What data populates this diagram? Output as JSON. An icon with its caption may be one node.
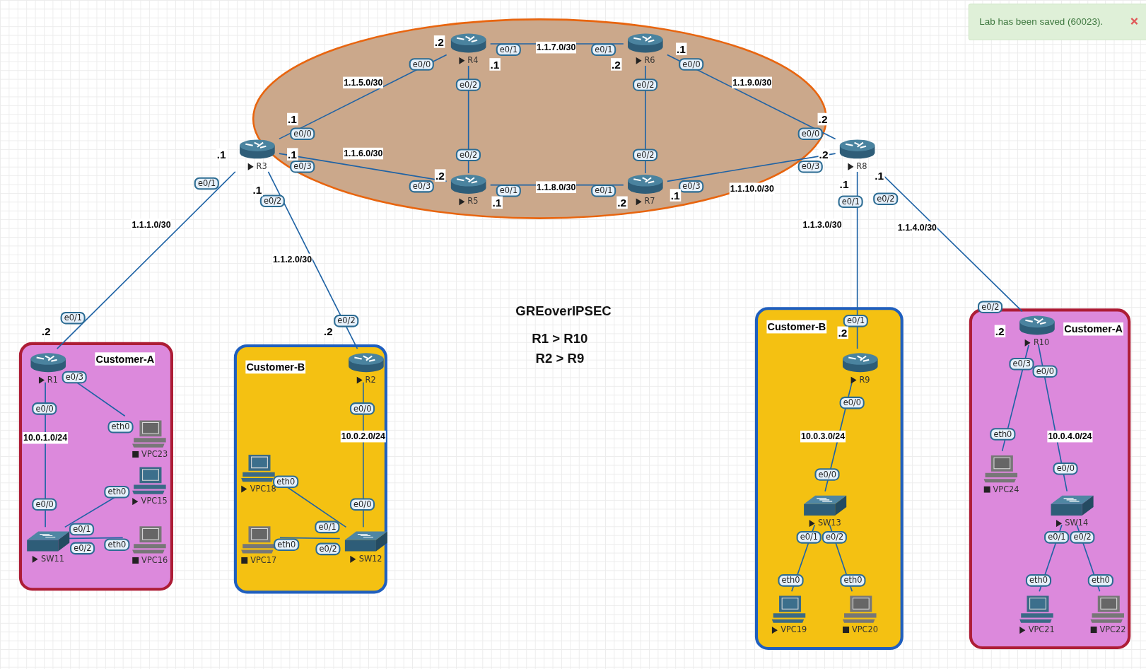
{
  "diagram": {
    "title": "GREoverIPSEC",
    "nodes": [
      {
        "text": [],
        "shape": "ellipse"
      },
      {
        "text": [
          "R4"
        ],
        "in": 0
      },
      {
        "text": [
          "R6"
        ],
        "in": 0
      },
      {
        "text": [
          "R3"
        ]
      },
      {
        "text": [
          "R8"
        ]
      },
      {
        "text": [
          "R5"
        ],
        "in": 0
      },
      {
        "text": [
          "R7"
        ],
        "in": 0
      },
      {
        "text": [
          "Customer-A"
        ]
      },
      {
        "text": [
          "R1"
        ],
        "in": 7
      },
      {
        "text": [
          "SW11"
        ],
        "in": 7
      },
      {
        "text": [
          "VPC23"
        ],
        "in": 7
      },
      {
        "text": [
          "VPC15"
        ],
        "in": 7
      },
      {
        "text": [
          "VPC16"
        ],
        "in": 7
      },
      {
        "text": [
          "Customer-B"
        ]
      },
      {
        "text": [
          "R2"
        ],
        "in": 13
      },
      {
        "text": [
          "SW12"
        ],
        "in": 13
      },
      {
        "text": [
          "VPC18"
        ],
        "in": 13
      },
      {
        "text": [
          "VPC17"
        ],
        "in": 13
      },
      {
        "text": [
          "Customer-B"
        ]
      },
      {
        "text": [
          "R9"
        ],
        "in": 18
      },
      {
        "text": [
          "SW13"
        ],
        "in": 18
      },
      {
        "text": [
          "VPC19"
        ],
        "in": 18
      },
      {
        "text": [
          "VPC20"
        ],
        "in": 18
      },
      {
        "text": [
          "Customer-A"
        ]
      },
      {
        "text": [
          "R10"
        ],
        "in": 23
      },
      {
        "text": [
          "SW14"
        ],
        "in": 23
      },
      {
        "text": [
          "VPC24"
        ],
        "in": 23
      },
      {
        "text": [
          "VPC21"
        ],
        "in": 23
      },
      {
        "text": [
          "VPC22"
        ],
        "in": 23
      }
    ],
    "edges": [
      {
        "from": 3,
        "to": 1,
        "arrow": "none",
        "label": "1.1.5.0/30"
      },
      {
        "from": 3,
        "to": 5,
        "arrow": "none",
        "label": "1.1.6.0/30"
      },
      {
        "from": 1,
        "to": 2,
        "arrow": "none",
        "label": "1.1.7.0/30"
      },
      {
        "from": 5,
        "to": 6,
        "arrow": "none",
        "label": "1.1.8.0/30"
      },
      {
        "from": 1,
        "to": 5,
        "arrow": "none"
      },
      {
        "from": 2,
        "to": 6,
        "arrow": "none"
      },
      {
        "from": 2,
        "to": 4,
        "arrow": "none",
        "label": "1.1.9.0/30"
      },
      {
        "from": 6,
        "to": 4,
        "arrow": "none",
        "label": "1.1.10.0/30"
      },
      {
        "from": 3,
        "to": 8,
        "arrow": "none",
        "label": "1.1.1.0/30"
      },
      {
        "from": 3,
        "to": 14,
        "arrow": "none",
        "label": "1.1.2.0/30"
      },
      {
        "from": 4,
        "to": 19,
        "arrow": "none",
        "label": "1.1.3.0/30"
      },
      {
        "from": 4,
        "to": 24,
        "arrow": "none",
        "label": "1.1.4.0/30"
      },
      {
        "from": 8,
        "to": 9,
        "arrow": "none",
        "label": "10.0.1.0/24"
      },
      {
        "from": 8,
        "to": 10,
        "arrow": "none"
      },
      {
        "from": 9,
        "to": 11,
        "arrow": "none"
      },
      {
        "from": 9,
        "to": 12,
        "arrow": "none"
      },
      {
        "from": 14,
        "to": 15,
        "arrow": "none",
        "label": "10.0.2.0/24"
      },
      {
        "from": 16,
        "to": 15,
        "arrow": "none"
      },
      {
        "from": 17,
        "to": 15,
        "arrow": "none"
      },
      {
        "from": 19,
        "to": 20,
        "arrow": "none",
        "label": "10.0.3.0/24"
      },
      {
        "from": 20,
        "to": 21,
        "arrow": "none"
      },
      {
        "from": 20,
        "to": 22,
        "arrow": "none"
      },
      {
        "from": 24,
        "to": 26,
        "arrow": "none"
      },
      {
        "from": 24,
        "to": 25,
        "arrow": "none",
        "label": "10.0.4.0/24"
      },
      {
        "from": 25,
        "to": 27,
        "arrow": "none"
      },
      {
        "from": 25,
        "to": 28,
        "arrow": "none"
      }
    ],
    "labels": [
      "e0/0",
      "e0/0",
      ".1",
      ".2",
      "e0/3",
      "e0/3",
      ".1",
      ".2",
      "e0/1",
      "e0/1",
      ".1",
      ".2",
      "e0/1",
      "e0/1",
      ".1",
      ".2",
      "e0/2",
      "e0/2",
      "e0/2",
      "e0/2",
      "e0/0",
      "e0/0",
      ".1",
      ".2",
      "e0/3",
      "e0/3",
      ".1",
      ".2",
      "e0/1",
      "e0/1",
      ".1",
      ".2",
      "e0/2",
      "e0/2",
      ".1",
      ".2",
      "e0/1",
      "e0/1",
      ".1",
      ".2",
      "e0/2",
      "e0/2",
      ".1",
      ".2",
      "e0/0",
      "e0/0",
      "e0/3",
      "eth0",
      "e0/1",
      "eth0",
      "e0/2",
      "eth0",
      "e0/0",
      "e0/0",
      "eth0",
      "e0/1",
      "eth0",
      "e0/2",
      "e0/0",
      "e0/0",
      "e0/1",
      "eth0",
      "e0/2",
      "eth0",
      "e0/3",
      "eth0",
      "e0/0",
      "e0/0",
      "e0/1",
      "eth0",
      "e0/2",
      "eth0",
      "R1 > R10",
      "R2 > R9",
      "Lab has been saved (60023)."
    ]
  }
}
